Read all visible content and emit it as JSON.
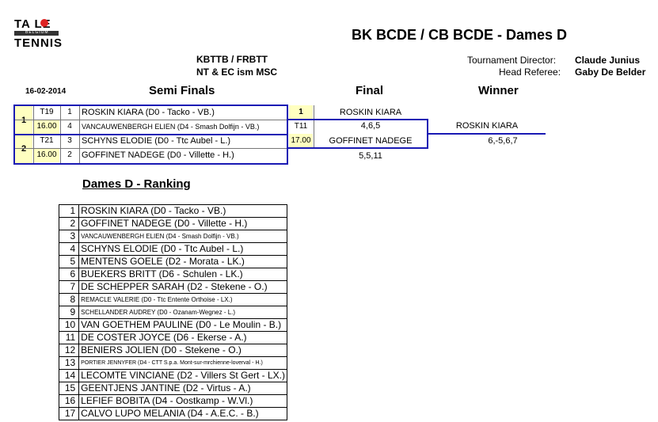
{
  "logo": {
    "line1": "TA LE",
    "band": "BELGIUM",
    "line2": "TENNIS"
  },
  "title": "BK BCDE / CB BCDE - Dames D",
  "org": {
    "line1": "KBTTB / FRBTT",
    "line2": "NT & EC ism MSC"
  },
  "officials": {
    "director_label": "Tournament Director:",
    "director": "Claude Junius",
    "referee_label": "Head Referee:",
    "referee": "Gaby De Belder"
  },
  "date": "16-02-2014",
  "headers": {
    "semi": "Semi Finals",
    "final": "Final",
    "winner": "Winner"
  },
  "semis": [
    {
      "match": "1",
      "table": "T19",
      "time": "16.00",
      "p1_seed": "1",
      "p1": "ROSKIN KIARA (D0 - Tacko - VB.)",
      "p2_seed": "4",
      "p2": "VANCAUWENBERGH ELIEN (D4 - Smash Dolfijn - VB.)"
    },
    {
      "match": "2",
      "table": "T21",
      "time": "16.00",
      "p1_seed": "3",
      "p1": "SCHYNS ELODIE (D0 - Ttc Aubel - L.)",
      "p2_seed": "2",
      "p2": "GOFFINET NADEGE (D0 - Villette - H.)"
    }
  ],
  "final": {
    "match": "1",
    "table": "T11",
    "time": "17.00",
    "p1": "ROSKIN KIARA",
    "score1": "4,6,5",
    "p2": "GOFFINET NADEGE",
    "score2": "5,5,11"
  },
  "winner": {
    "name": "ROSKIN KIARA",
    "score": "6,-5,6,7"
  },
  "ranking": {
    "title": "Dames D - Ranking",
    "rows": [
      {
        "n": "1",
        "name": "ROSKIN KIARA (D0 - Tacko - VB.)",
        "size": ""
      },
      {
        "n": "2",
        "name": "GOFFINET NADEGE (D0 - Villette - H.)",
        "size": ""
      },
      {
        "n": "3",
        "name": "VANCAUWENBERGH ELIEN (D4 - Smash Dolfijn - VB.)",
        "size": "s8"
      },
      {
        "n": "4",
        "name": "SCHYNS ELODIE (D0 - Ttc Aubel - L.)",
        "size": ""
      },
      {
        "n": "5",
        "name": "MENTENS GOELE (D2 - Morata - LK.)",
        "size": ""
      },
      {
        "n": "6",
        "name": "BUEKERS BRITT (D6 - Schulen - LK.)",
        "size": ""
      },
      {
        "n": "7",
        "name": "DE SCHEPPER SARAH (D2 - Stekene - O.)",
        "size": ""
      },
      {
        "n": "8",
        "name": "REMACLE VALERIE (D0 - Ttc Entente Orthoise - LX.)",
        "size": "s8"
      },
      {
        "n": "9",
        "name": "SCHELLANDER AUDREY (D0 - Ozanam-Wegnez - L.)",
        "size": "s8"
      },
      {
        "n": "10",
        "name": "VAN GOETHEM PAULINE (D0 - Le Moulin - B.)",
        "size": ""
      },
      {
        "n": "11",
        "name": "DE COSTER JOYCE (D6 - Ekerse - A.)",
        "size": ""
      },
      {
        "n": "12",
        "name": "BENIERS JOLIEN (D0 - Stekene - O.)",
        "size": ""
      },
      {
        "n": "13",
        "name": "PORTIER JENNYFER (D4 - CTT S.p.a. Mont-sur-mrchienne-loverval - H.)",
        "size": "s7"
      },
      {
        "n": "14",
        "name": "LECOMTE VINCIANE (D2 - Villers St Gert - LX.)",
        "size": ""
      },
      {
        "n": "15",
        "name": "GEENTJENS JANTINE (D2 - Virtus - A.)",
        "size": ""
      },
      {
        "n": "16",
        "name": "LEFIEF BOBITA (D4 - Oostkamp - W.Vl.)",
        "size": ""
      },
      {
        "n": "17",
        "name": "CALVO LUPO MELANIA (D4 - A.E.C. - B.)",
        "size": ""
      }
    ]
  }
}
